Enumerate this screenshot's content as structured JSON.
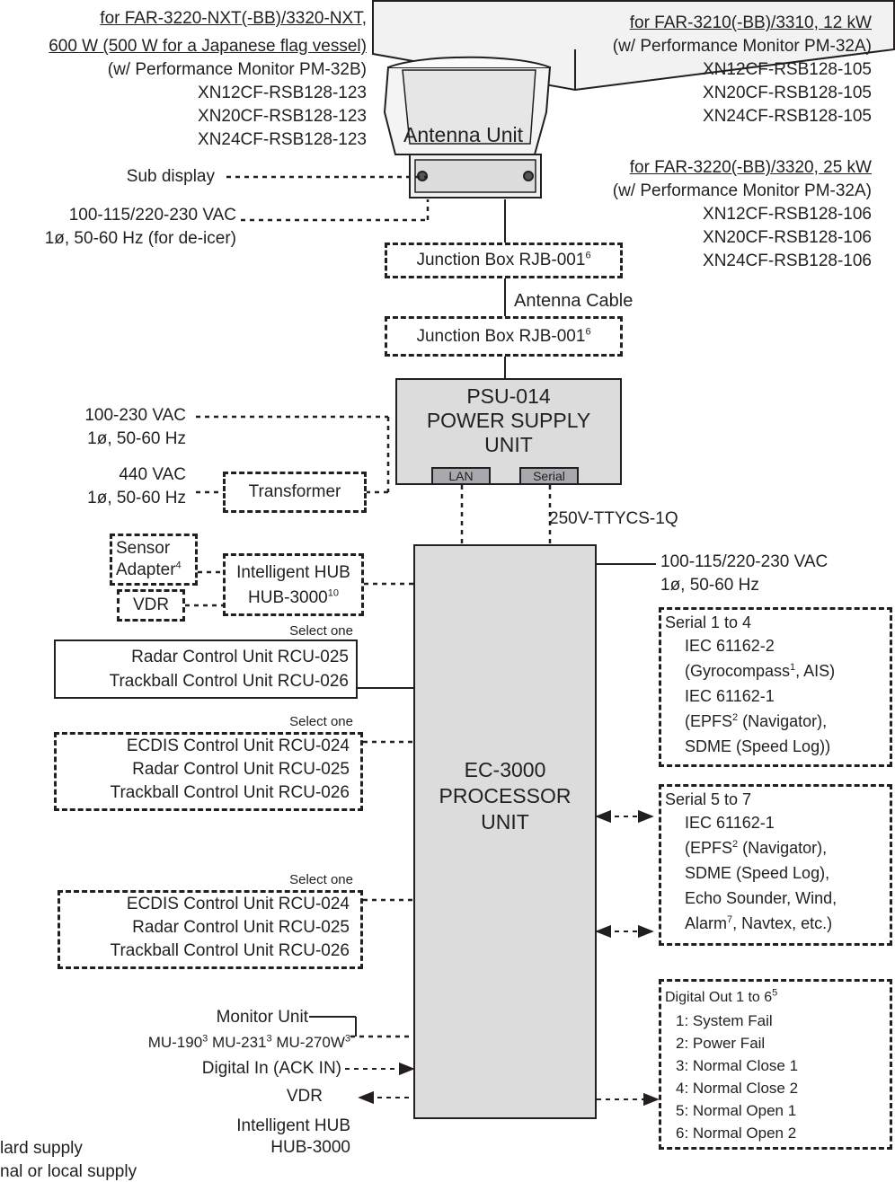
{
  "antenna": {
    "label": "Antenna Unit",
    "left_group": {
      "title1": "for FAR-3220-NXT(-BB)/3320-NXT,",
      "title2": "600 W (500 W for a Japanese flag vessel)",
      "note": "(w/ Performance Monitor PM-32B)",
      "models": [
        "XN12CF-RSB128-123",
        "XN20CF-RSB128-123",
        "XN24CF-RSB128-123"
      ]
    },
    "right_group_1": {
      "title": "for FAR-3210(-BB)/3310, 12 kW",
      "note": "(w/ Performance Monitor PM-32A)",
      "models": [
        "XN12CF-RSB128-105",
        "XN20CF-RSB128-105",
        "XN24CF-RSB128-105"
      ]
    },
    "right_group_2": {
      "title": "for FAR-3220(-BB)/3320, 25 kW",
      "note": "(w/ Performance Monitor PM-32A)",
      "models": [
        "XN12CF-RSB128-106",
        "XN20CF-RSB128-106",
        "XN24CF-RSB128-106"
      ]
    }
  },
  "sub_display": "Sub display",
  "deicer_power": {
    "line1": "100-115/220-230 VAC",
    "line2": "1ø, 50-60 Hz (for de-icer)"
  },
  "junction_box": {
    "label": "Junction Box RJB-001",
    "sup": "6"
  },
  "antenna_cable": "Antenna Cable",
  "psu": {
    "line1": "PSU-014",
    "line2": "POWER SUPPLY",
    "line3": "UNIT",
    "port_lan": "LAN",
    "port_serial": "Serial"
  },
  "psu_power_1": {
    "line1": "100-230 VAC",
    "line2": "1ø, 50-60 Hz"
  },
  "psu_power_2": {
    "line1": "440 VAC",
    "line2": "1ø, 50-60 Hz"
  },
  "transformer": "Transformer",
  "cable_label": "250V-TTYCS-1Q",
  "processor": {
    "line1": "EC-3000",
    "line2": "PROCESSOR",
    "line3": "UNIT"
  },
  "processor_power": {
    "line1": "100-115/220-230 VAC",
    "line2": "1ø, 50-60 Hz"
  },
  "sensor_adapter": {
    "line1": "Sensor",
    "line2": "Adapter",
    "sup": "4"
  },
  "vdr_box": "VDR",
  "intelligent_hub_box": {
    "line1": "Intelligent HUB",
    "line2": "HUB-3000",
    "sup": "10"
  },
  "control_group_1": {
    "select": "Select one",
    "items": [
      "Radar Control Unit RCU-025",
      "Trackball Control Unit RCU-026"
    ]
  },
  "control_group_2": {
    "select": "Select one",
    "items": [
      "ECDIS Control Unit RCU-024",
      "Radar Control Unit RCU-025",
      "Trackball Control Unit RCU-026"
    ]
  },
  "control_group_3": {
    "select": "Select one",
    "items": [
      "ECDIS Control Unit RCU-024",
      "Radar Control Unit RCU-025",
      "Trackball Control Unit RCU-026"
    ]
  },
  "monitor": {
    "line1": "Monitor Unit",
    "m1": "MU-190",
    "m2": "MU-231",
    "m3": "MU-270W",
    "sup": "3"
  },
  "digital_in": "Digital In (ACK IN)",
  "vdr_out": "VDR",
  "hub_bottom": {
    "line1": "Intelligent HUB",
    "line2": "HUB-3000"
  },
  "serial_1_4": {
    "title": "Serial 1 to 4",
    "l1": "IEC 61162-2",
    "l2a": "(Gyrocompass",
    "l2sup": "1",
    "l2b": ", AIS)",
    "l3": "IEC 61162-1",
    "l4a": "(EPFS",
    "l4sup": "2",
    "l4b": " (Navigator),",
    "l5": "SDME (Speed Log))"
  },
  "serial_5_7": {
    "title": "Serial 5 to 7",
    "l1": "IEC 61162-1",
    "l2a": "(EPFS",
    "l2sup": "2",
    "l2b": " (Navigator),",
    "l3": "SDME (Speed Log),",
    "l4": "Echo Sounder, Wind,",
    "l5a": "Alarm",
    "l5sup": "7",
    "l5b": ", Navtex, etc.)"
  },
  "digital_out": {
    "title": "Digital Out 1 to 6",
    "sup": "5",
    "items": [
      "1: System Fail",
      "2: Power Fail",
      "3: Normal Close 1",
      "4: Normal Close 2",
      "5: Normal Open 1",
      "6: Normal Open 2"
    ]
  },
  "legend": {
    "solid": "lard supply",
    "dashed": "nal or local supply"
  }
}
